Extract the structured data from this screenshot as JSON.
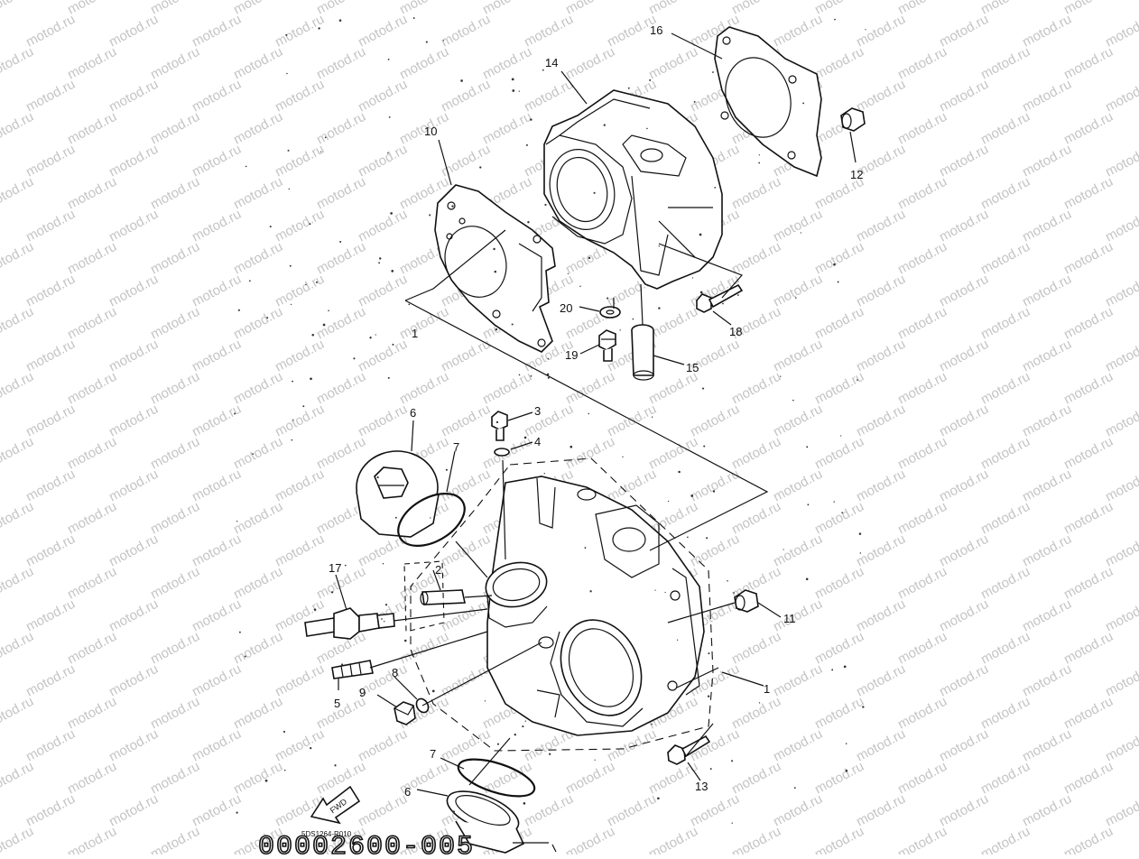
{
  "watermark": "motod.ru",
  "callouts": [
    {
      "id": "c16",
      "label": "16"
    },
    {
      "id": "c14",
      "label": "14"
    },
    {
      "id": "c10",
      "label": "10"
    },
    {
      "id": "c12",
      "label": "12"
    },
    {
      "id": "c1a",
      "label": "1"
    },
    {
      "id": "c20",
      "label": "20"
    },
    {
      "id": "c18",
      "label": "18"
    },
    {
      "id": "c19",
      "label": "19"
    },
    {
      "id": "c15",
      "label": "15"
    },
    {
      "id": "c6a",
      "label": "6"
    },
    {
      "id": "c3",
      "label": "3"
    },
    {
      "id": "c4",
      "label": "4"
    },
    {
      "id": "c7a",
      "label": "7"
    },
    {
      "id": "c17",
      "label": "17"
    },
    {
      "id": "c2",
      "label": "2"
    },
    {
      "id": "c11",
      "label": "11"
    },
    {
      "id": "c1b",
      "label": "1"
    },
    {
      "id": "c8",
      "label": "8"
    },
    {
      "id": "c5",
      "label": "5"
    },
    {
      "id": "c9",
      "label": "9"
    },
    {
      "id": "c7b",
      "label": "7"
    },
    {
      "id": "c6b",
      "label": "6"
    },
    {
      "id": "c13",
      "label": "13"
    }
  ],
  "fwd_label": "FWD",
  "small_code": "5DS1264-R010",
  "footer_code": "00002600-005"
}
